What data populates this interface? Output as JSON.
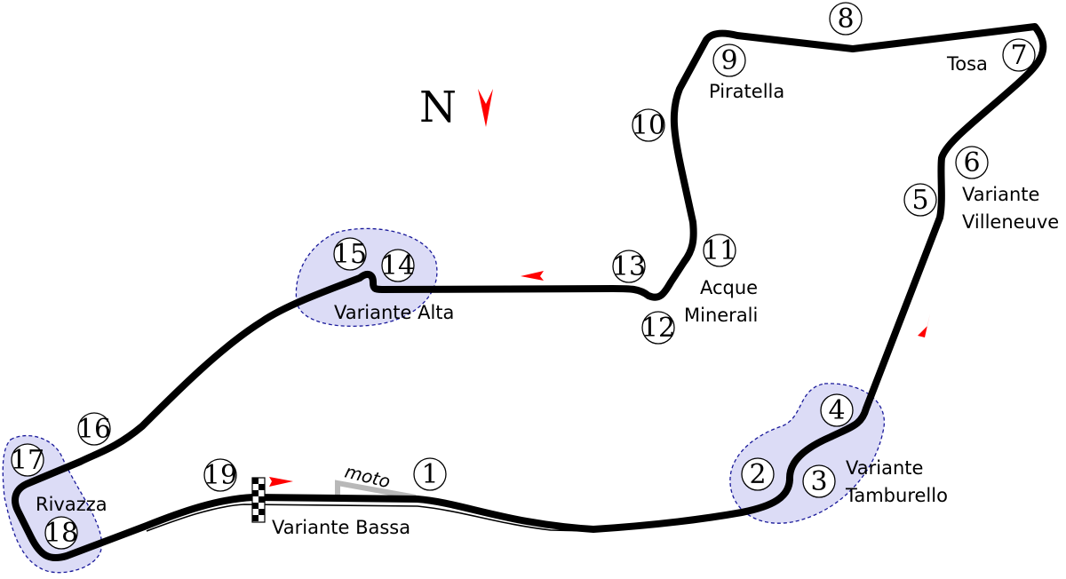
{
  "compass": {
    "letter": "N",
    "arrow_color": "#ff0000"
  },
  "track_color": "#000000",
  "chicane_fill": "#dcdcf6",
  "chicane_stroke": "#1a1a9a",
  "direction_arrow_color": "#ff0000",
  "moto_line_color": "#b8b8b8",
  "corners": [
    "1",
    "2",
    "3",
    "4",
    "5",
    "6",
    "7",
    "8",
    "9",
    "10",
    "11",
    "12",
    "13",
    "14",
    "15",
    "16",
    "17",
    "18",
    "19"
  ],
  "labels": {
    "tosa": "Tosa",
    "piratella": "Piratella",
    "villeneuve_1": "Variante",
    "villeneuve_2": "Villeneuve",
    "acque_1": "Acque",
    "acque_2": "Minerali",
    "alta": "Variante Alta",
    "tamburello_1": "Variante",
    "tamburello_2": "Tamburello",
    "rivazza": "Rivazza",
    "bassa": "Variante Bassa",
    "moto": "moto"
  }
}
